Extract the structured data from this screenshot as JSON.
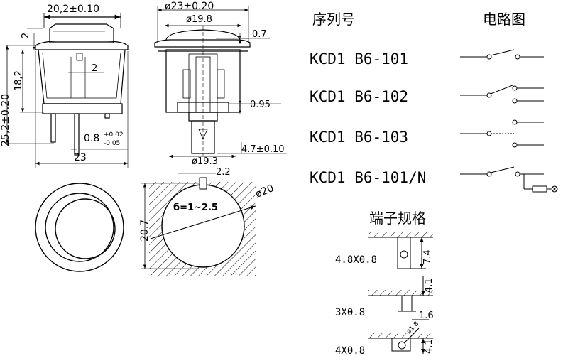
{
  "headers": {
    "series": "序列号",
    "circuit": "电路图",
    "terminal": "端子规格"
  },
  "models": [
    "KCD1 B6-101",
    "KCD1 B6-102",
    "KCD1 B6-103",
    "KCD1 B6-101/N"
  ],
  "side_view": {
    "width_top": "20,2±0.10",
    "height_total": "25,2±0.20",
    "height_body": "18,2",
    "top": "2",
    "mid": "2",
    "pin": "0.8",
    "pin_tol_plus": "+0.02",
    "pin_tol_minus": "-0.05",
    "width_bottom": "23"
  },
  "front_view": {
    "dia_top": "ø23±0.20",
    "dia_inner": "ø19.8",
    "lip": "0.7",
    "step": "0.95",
    "term": "4.7±0.10",
    "dia_bottom": "ø19.3"
  },
  "cutout": {
    "notch": "2.2",
    "dia": "ø20",
    "height": "20.7",
    "thickness": "б=1~2.5"
  },
  "terminals": [
    {
      "label": "4.8X0.8",
      "dim1": "7.4"
    },
    {
      "label": "3X0.8",
      "dim1": "4.1",
      "dim2": "1.6"
    },
    {
      "label": "4X0.8",
      "dim1": "4.1",
      "dim2": "ø1.8"
    }
  ]
}
